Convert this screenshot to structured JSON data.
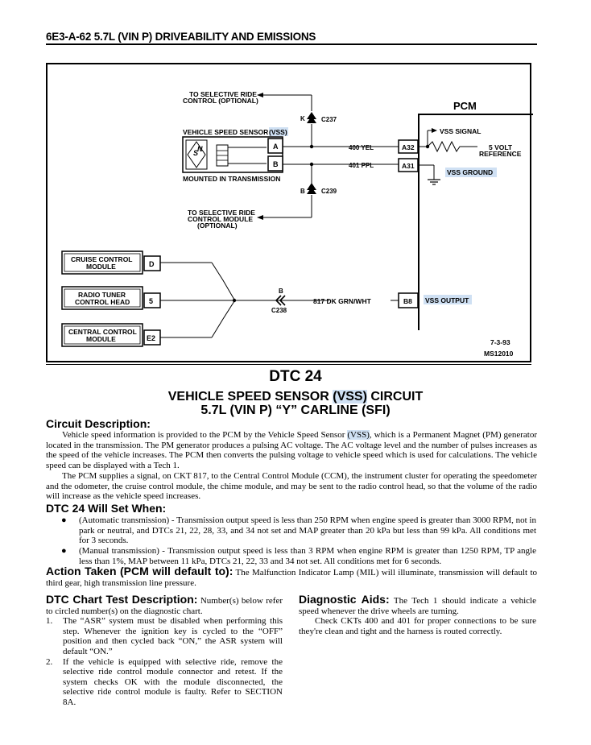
{
  "header": {
    "title": "6E3-A-62  5.7L  (VIN P)  DRIVEABILITY AND EMISSIONS"
  },
  "diagram": {
    "pcm": "PCM",
    "to_sel_ride_1": "TO SELECTIVE RIDE",
    "to_sel_ride_2": "CONTROL (OPTIONAL)",
    "k_label": "K",
    "c237": "C237",
    "vss_label_pre": "VEHICLE SPEED SENSOR ",
    "vss_label_hl": "(VSS)",
    "pin_a": "A",
    "pin_b": "B",
    "mounted": "MOUNTED IN TRANSMISSION",
    "b_label": "B",
    "c239": "C239",
    "to_sel_mod_1": "TO SELECTIVE RIDE",
    "to_sel_mod_2": "CONTROL MODULE",
    "to_sel_mod_3": "(OPTIONAL)",
    "wire_400": "400 YEL",
    "wire_401": "401 PPL",
    "a32": "A32",
    "a31": "A31",
    "vss_signal": "VSS SIGNAL",
    "five_volt": "5 VOLT",
    "reference": "REFERENCE",
    "vss_ground": "VSS GROUND",
    "cruise_1": "CRUISE CONTROL",
    "cruise_2": "MODULE",
    "cruise_pin": "D",
    "radio_1": "RADIO TUNER",
    "radio_2": "CONTROL HEAD",
    "radio_pin": "5",
    "central_1": "CENTRAL CONTROL",
    "central_2": "MODULE",
    "central_pin": "E2",
    "b_c238": "B",
    "c238": "C238",
    "wire_817": "817 DK GRN/WHT",
    "b8": "B8",
    "vss_output": "VSS OUTPUT",
    "date": "7-3-93",
    "ms": "MS12010"
  },
  "dtc": "DTC 24",
  "title_line1_pre": "VEHICLE SPEED SENSOR ",
  "title_line1_hl": "(VSS)",
  "title_line1_post": " CIRCUIT",
  "title_line2": "5.7L  (VIN P)  “Y”  CARLINE  (SFI)",
  "circuit": {
    "heading": "Circuit Description:",
    "p1_a": "Vehicle speed information is provided to the PCM by the Vehicle Speed Sensor ",
    "p1_hl": "(VSS)",
    "p1_b": ", which is a Permanent Magnet (PM) generator located in the transmission. The PM generator produces a pulsing AC voltage. The AC voltage level and the number of pulses increases as the speed of the vehicle increases. The PCM then converts the pulsing voltage to vehicle speed which is used for calculations. The vehicle speed can be displayed with a Tech 1.",
    "p2": "The PCM supplies a signal, on CKT 817, to the Central Control Module (CCM), the instrument cluster for operating the speedometer and the odometer, the cruise control module, the chime module, and may be sent to the radio control head, so that the volume of the radio will increase as the vehicle speed increases."
  },
  "will_set": {
    "heading": "DTC  24  Will  Set  When:",
    "b1": "(Automatic transmission) - Transmission output speed is less than 250 RPM when engine speed is greater than 3000 RPM, not in park or neutral, and DTCs 21, 22, 28, 33, and 34 not set and MAP greater than 20 kPa but less than 99 kPa. All conditions met for 3 seconds.",
    "b2": "(Manual transmission) - Transmission output speed is less than 3 RPM when engine RPM is greater than 1250 RPM, TP angle less than 1%, MAP between 11 kPa, DTCs 21, 22, 33 and 34 not set. All conditions met for 6 seconds."
  },
  "action": {
    "heading": "Action Taken (PCM will default to):",
    "text": " The Malfunction Indicator Lamp (MIL) will illuminate, transmission will default to third gear, high transmission line pressure."
  },
  "chart_test": {
    "heading": "DTC Chart Test Description:",
    "intro": " Number(s) below refer to circled number(s) on the diagnostic chart.",
    "items": [
      {
        "n": "1.",
        "text": "The “ASR” system must be disabled when performing this step. Whenever the ignition key is cycled to the “OFF” position and then cycled back “ON,” the ASR system will default “ON.”"
      },
      {
        "n": "2.",
        "text": "If the vehicle is equipped with selective ride, remove the selective ride control module connector and retest. If the system checks OK with the module disconnected, the selective ride control module is faulty. Refer to SECTION 8A."
      }
    ]
  },
  "aids": {
    "heading": "Diagnostic Aids:",
    "t1": " The Tech 1 should indicate a vehicle speed whenever the drive wheels are turning.",
    "t2": "Check CKTs 400 and 401 for proper connections to be sure they're clean and tight and the harness is routed correctly."
  }
}
